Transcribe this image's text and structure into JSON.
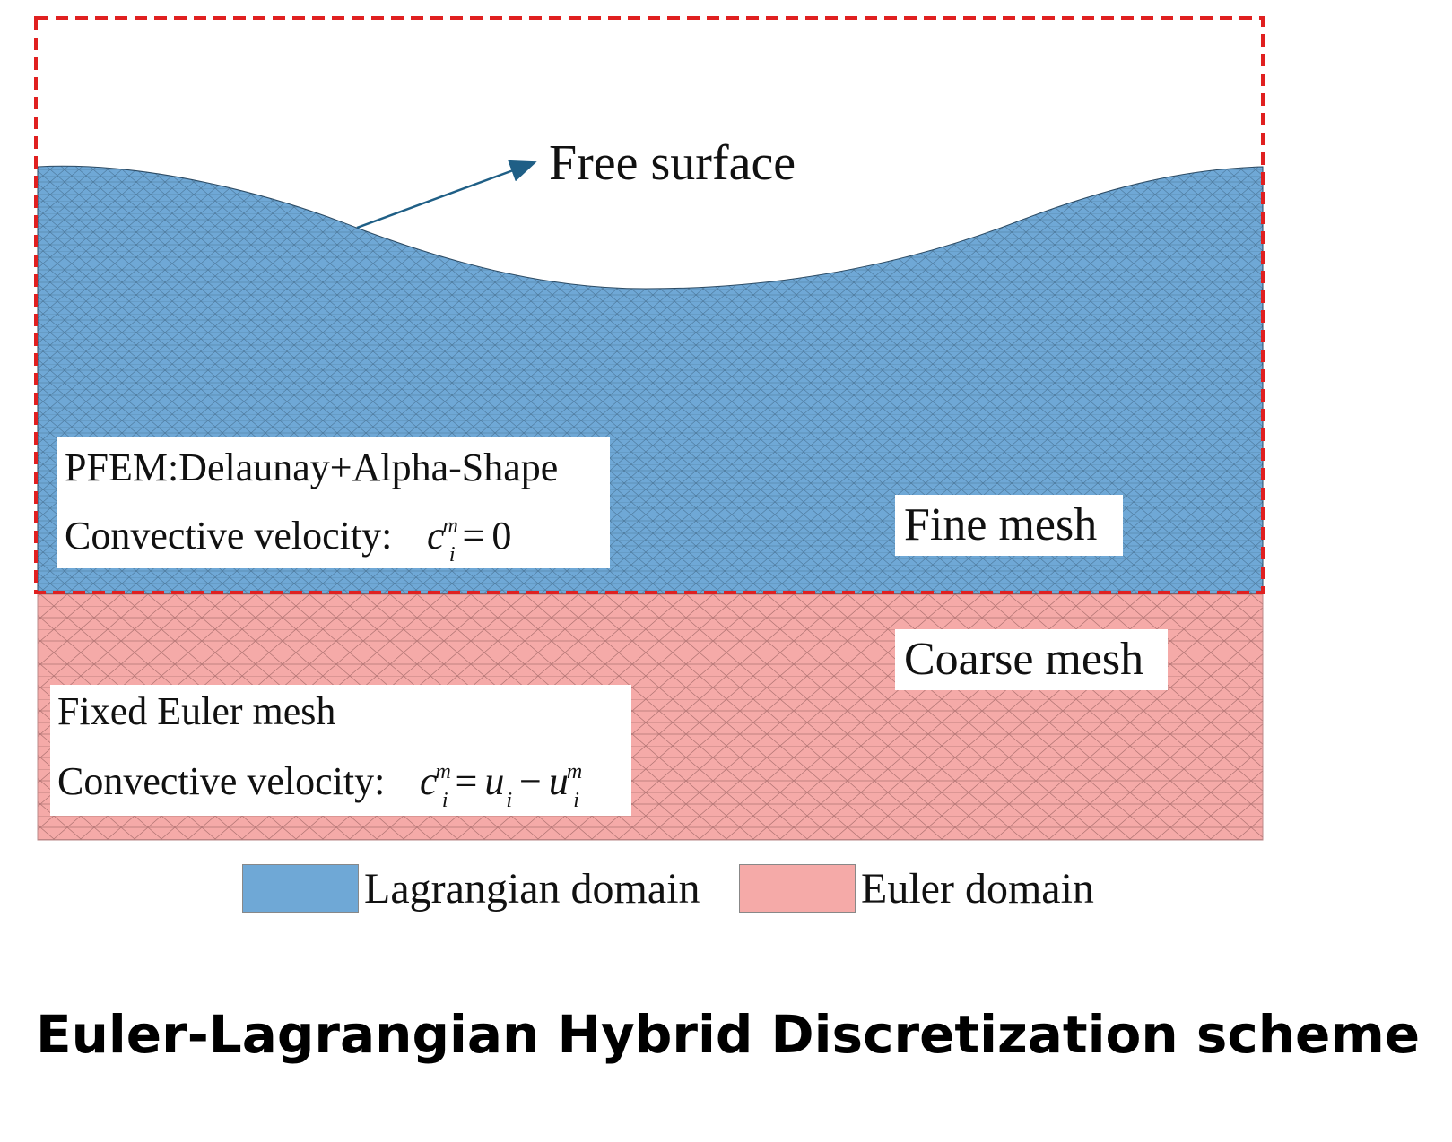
{
  "annotations": {
    "free_surface": "Free surface",
    "fine_mesh": "Fine mesh",
    "coarse_mesh": "Coarse mesh"
  },
  "lagrangian_box": {
    "line1": "PFEM:Delaunay+Alpha-Shape",
    "line2_prefix": "Convective velocity:",
    "equation": "c_i^m = 0"
  },
  "euler_box": {
    "line1": "Fixed Euler mesh",
    "line2_prefix": "Convective velocity:",
    "equation": "c_i^m = u_i − u_i^m"
  },
  "legend": [
    {
      "label": "Lagrangian domain",
      "color": "#6fa8d6"
    },
    {
      "label": "Euler domain",
      "color": "#f5aaa8"
    }
  ],
  "colors": {
    "lagrangian": "#6fa8d6",
    "euler": "#f5aaa8",
    "boundary_dashed": "#e02020",
    "arrow": "#1f5f86"
  },
  "title": "Euler-Lagrangian Hybrid Discretization scheme"
}
